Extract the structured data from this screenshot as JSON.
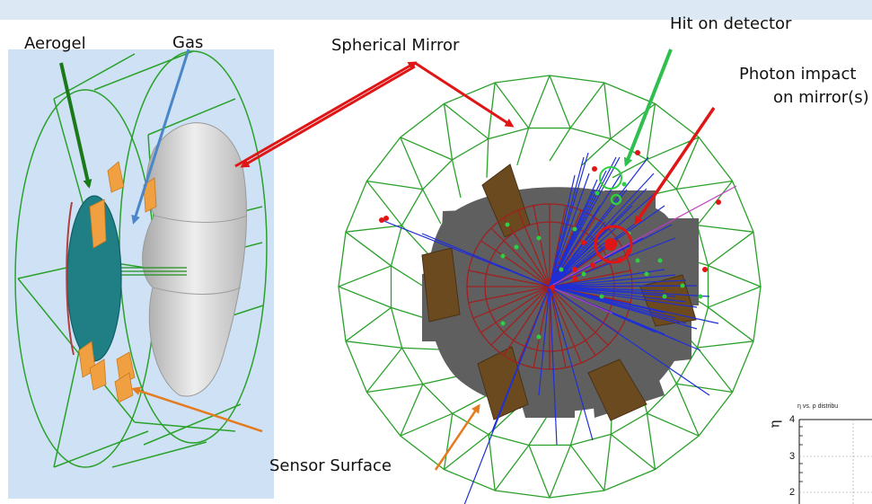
{
  "labels": {
    "aerogel": "Aerogel",
    "gas": "Gas",
    "spherical_mirror": "Spherical Mirror",
    "hit_on_detector": "Hit on detector",
    "photon_impact_line1": "Photon impact",
    "photon_impact_line2": "on mirror(s)",
    "sensor_surface": "Sensor Surface"
  },
  "inset_plot": {
    "title": "η vs. p distribu",
    "y_axis_label": "η",
    "y_ticks": [
      "4",
      "3",
      "2"
    ]
  },
  "colors": {
    "frame_green": "#2f8f2f",
    "wire_green": "#2aa12a",
    "arrow_green": "#1a7a1a",
    "arrow_blue": "#4a86c8",
    "arrow_red": "#e01515",
    "arrow_orange": "#e57b1f",
    "panel_bg": "#cfe2f5",
    "aerogel_disk": "#1f7f84",
    "sensor_orange": "#f0a040",
    "mirror_gray": "#c9c9c9",
    "detector_gray": "#5f5f5f",
    "sensor_brown": "#6b4a1f",
    "track_blue": "#1f2fd6",
    "hit_red": "#e01515",
    "hit_green": "#2fcf3f"
  }
}
